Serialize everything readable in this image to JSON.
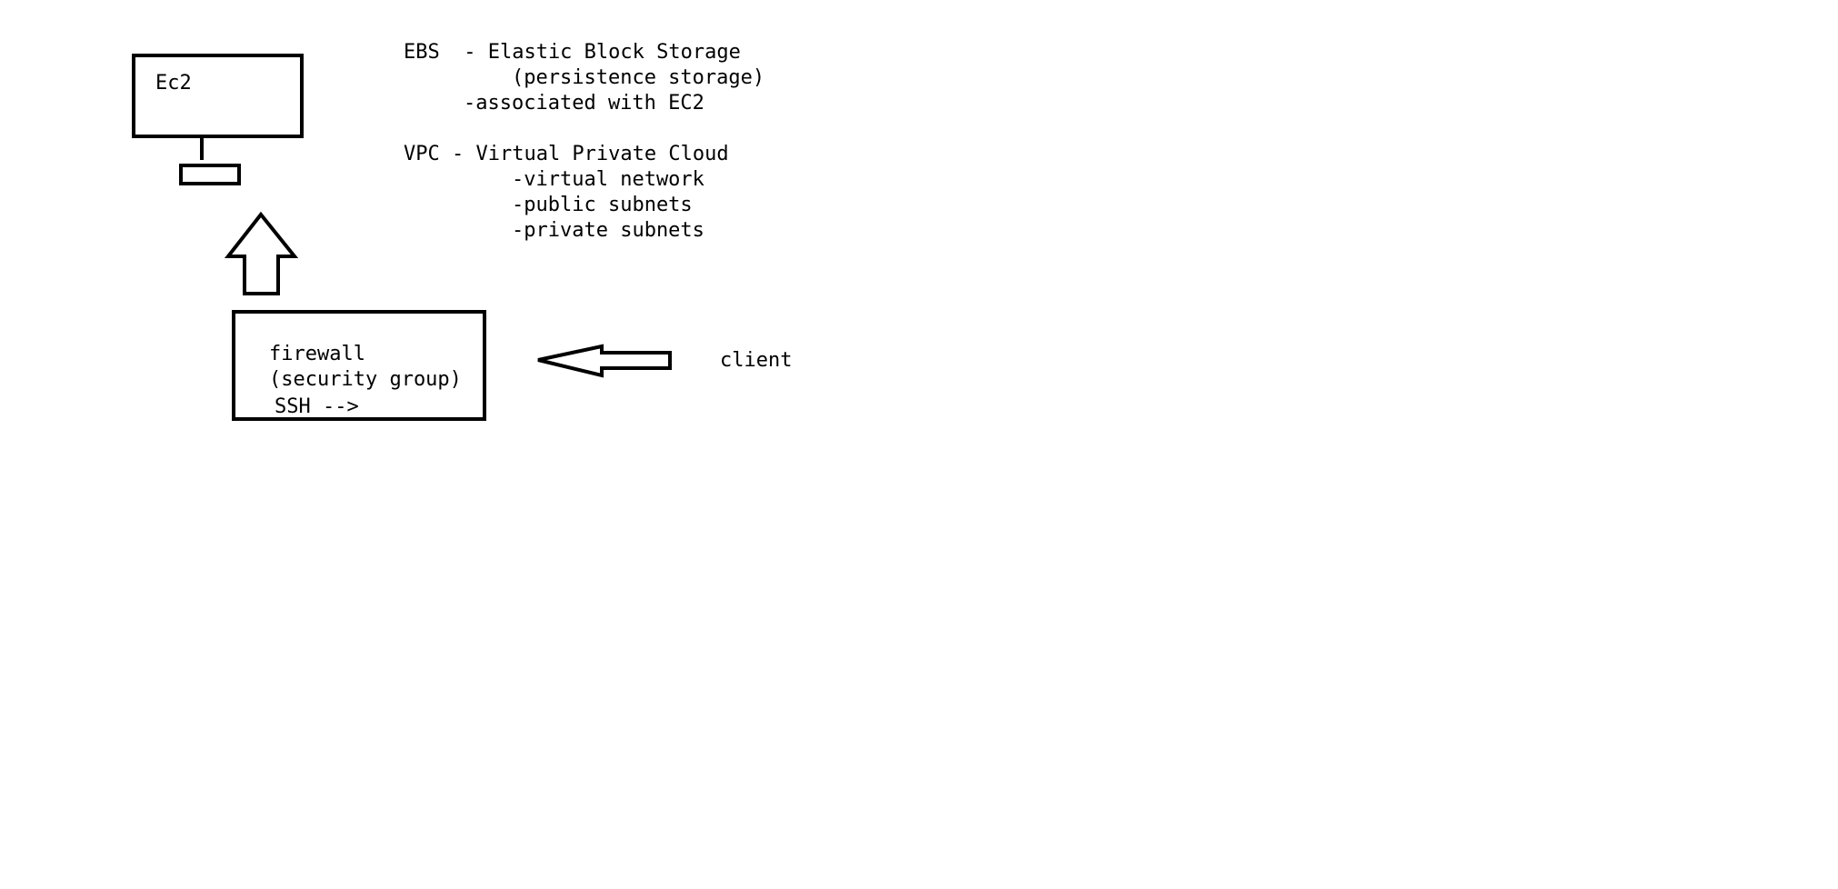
{
  "diagram": {
    "ec2_box": {
      "label": "Ec2"
    },
    "notes": {
      "ebs_title": "EBS  - Elastic Block Storage",
      "ebs_persistence": "(persistence storage)",
      "ebs_associated": "-associated with EC2",
      "vpc_title": "VPC - Virtual Private Cloud",
      "vpc_virtual_network": "-virtual network",
      "vpc_public_subnets": "-public subnets",
      "vpc_private_subnets": "-private subnets"
    },
    "firewall_box": {
      "line1": "firewall",
      "line2": "(security group)",
      "line3": "SSH -->"
    },
    "client_label": "client",
    "colors": {
      "stroke": "#000000",
      "background": "#ffffff"
    },
    "icons": {
      "up_arrow": "block-arrow-up-icon",
      "left_arrow": "block-arrow-left-icon",
      "monitor_stand": "monitor-stand-icon"
    }
  }
}
